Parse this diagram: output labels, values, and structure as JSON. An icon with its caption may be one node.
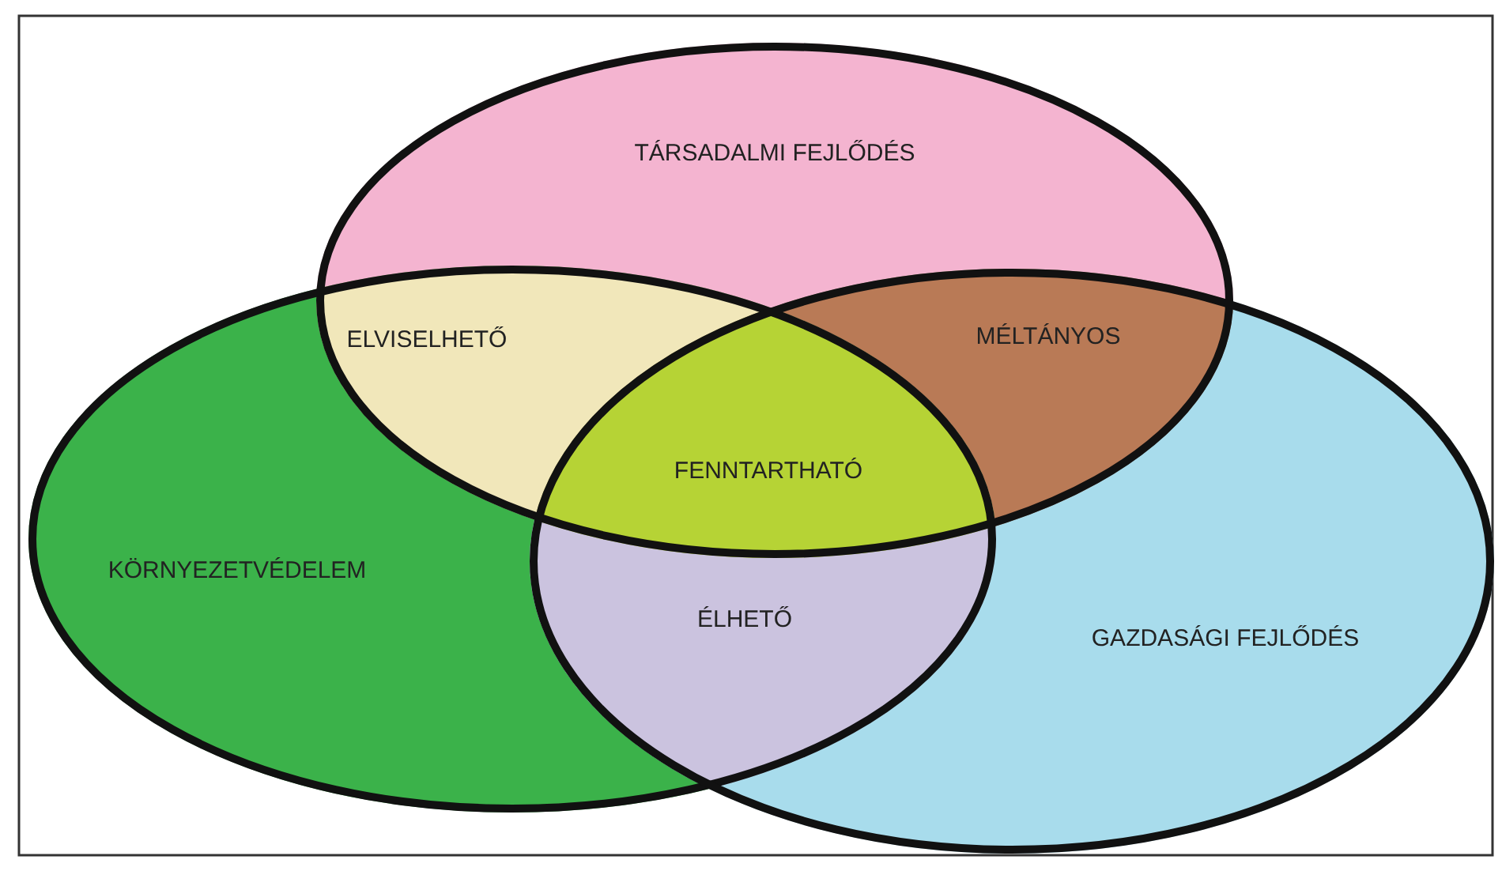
{
  "diagram": {
    "nodes": [
      {
        "text": [
          "TÁRSADALMI FEJLŐDÉS"
        ]
      },
      {
        "text": [
          "KÖRNYEZETVÉDELEM"
        ]
      },
      {
        "text": [
          "GAZDASÁGI FEJLŐDÉS"
        ]
      }
    ],
    "edges": [],
    "labels": [
      "ELVISELHETŐ",
      "MÉLTÁNYOS",
      "FENNTARTHATÓ",
      "ÉLHETŐ"
    ]
  }
}
